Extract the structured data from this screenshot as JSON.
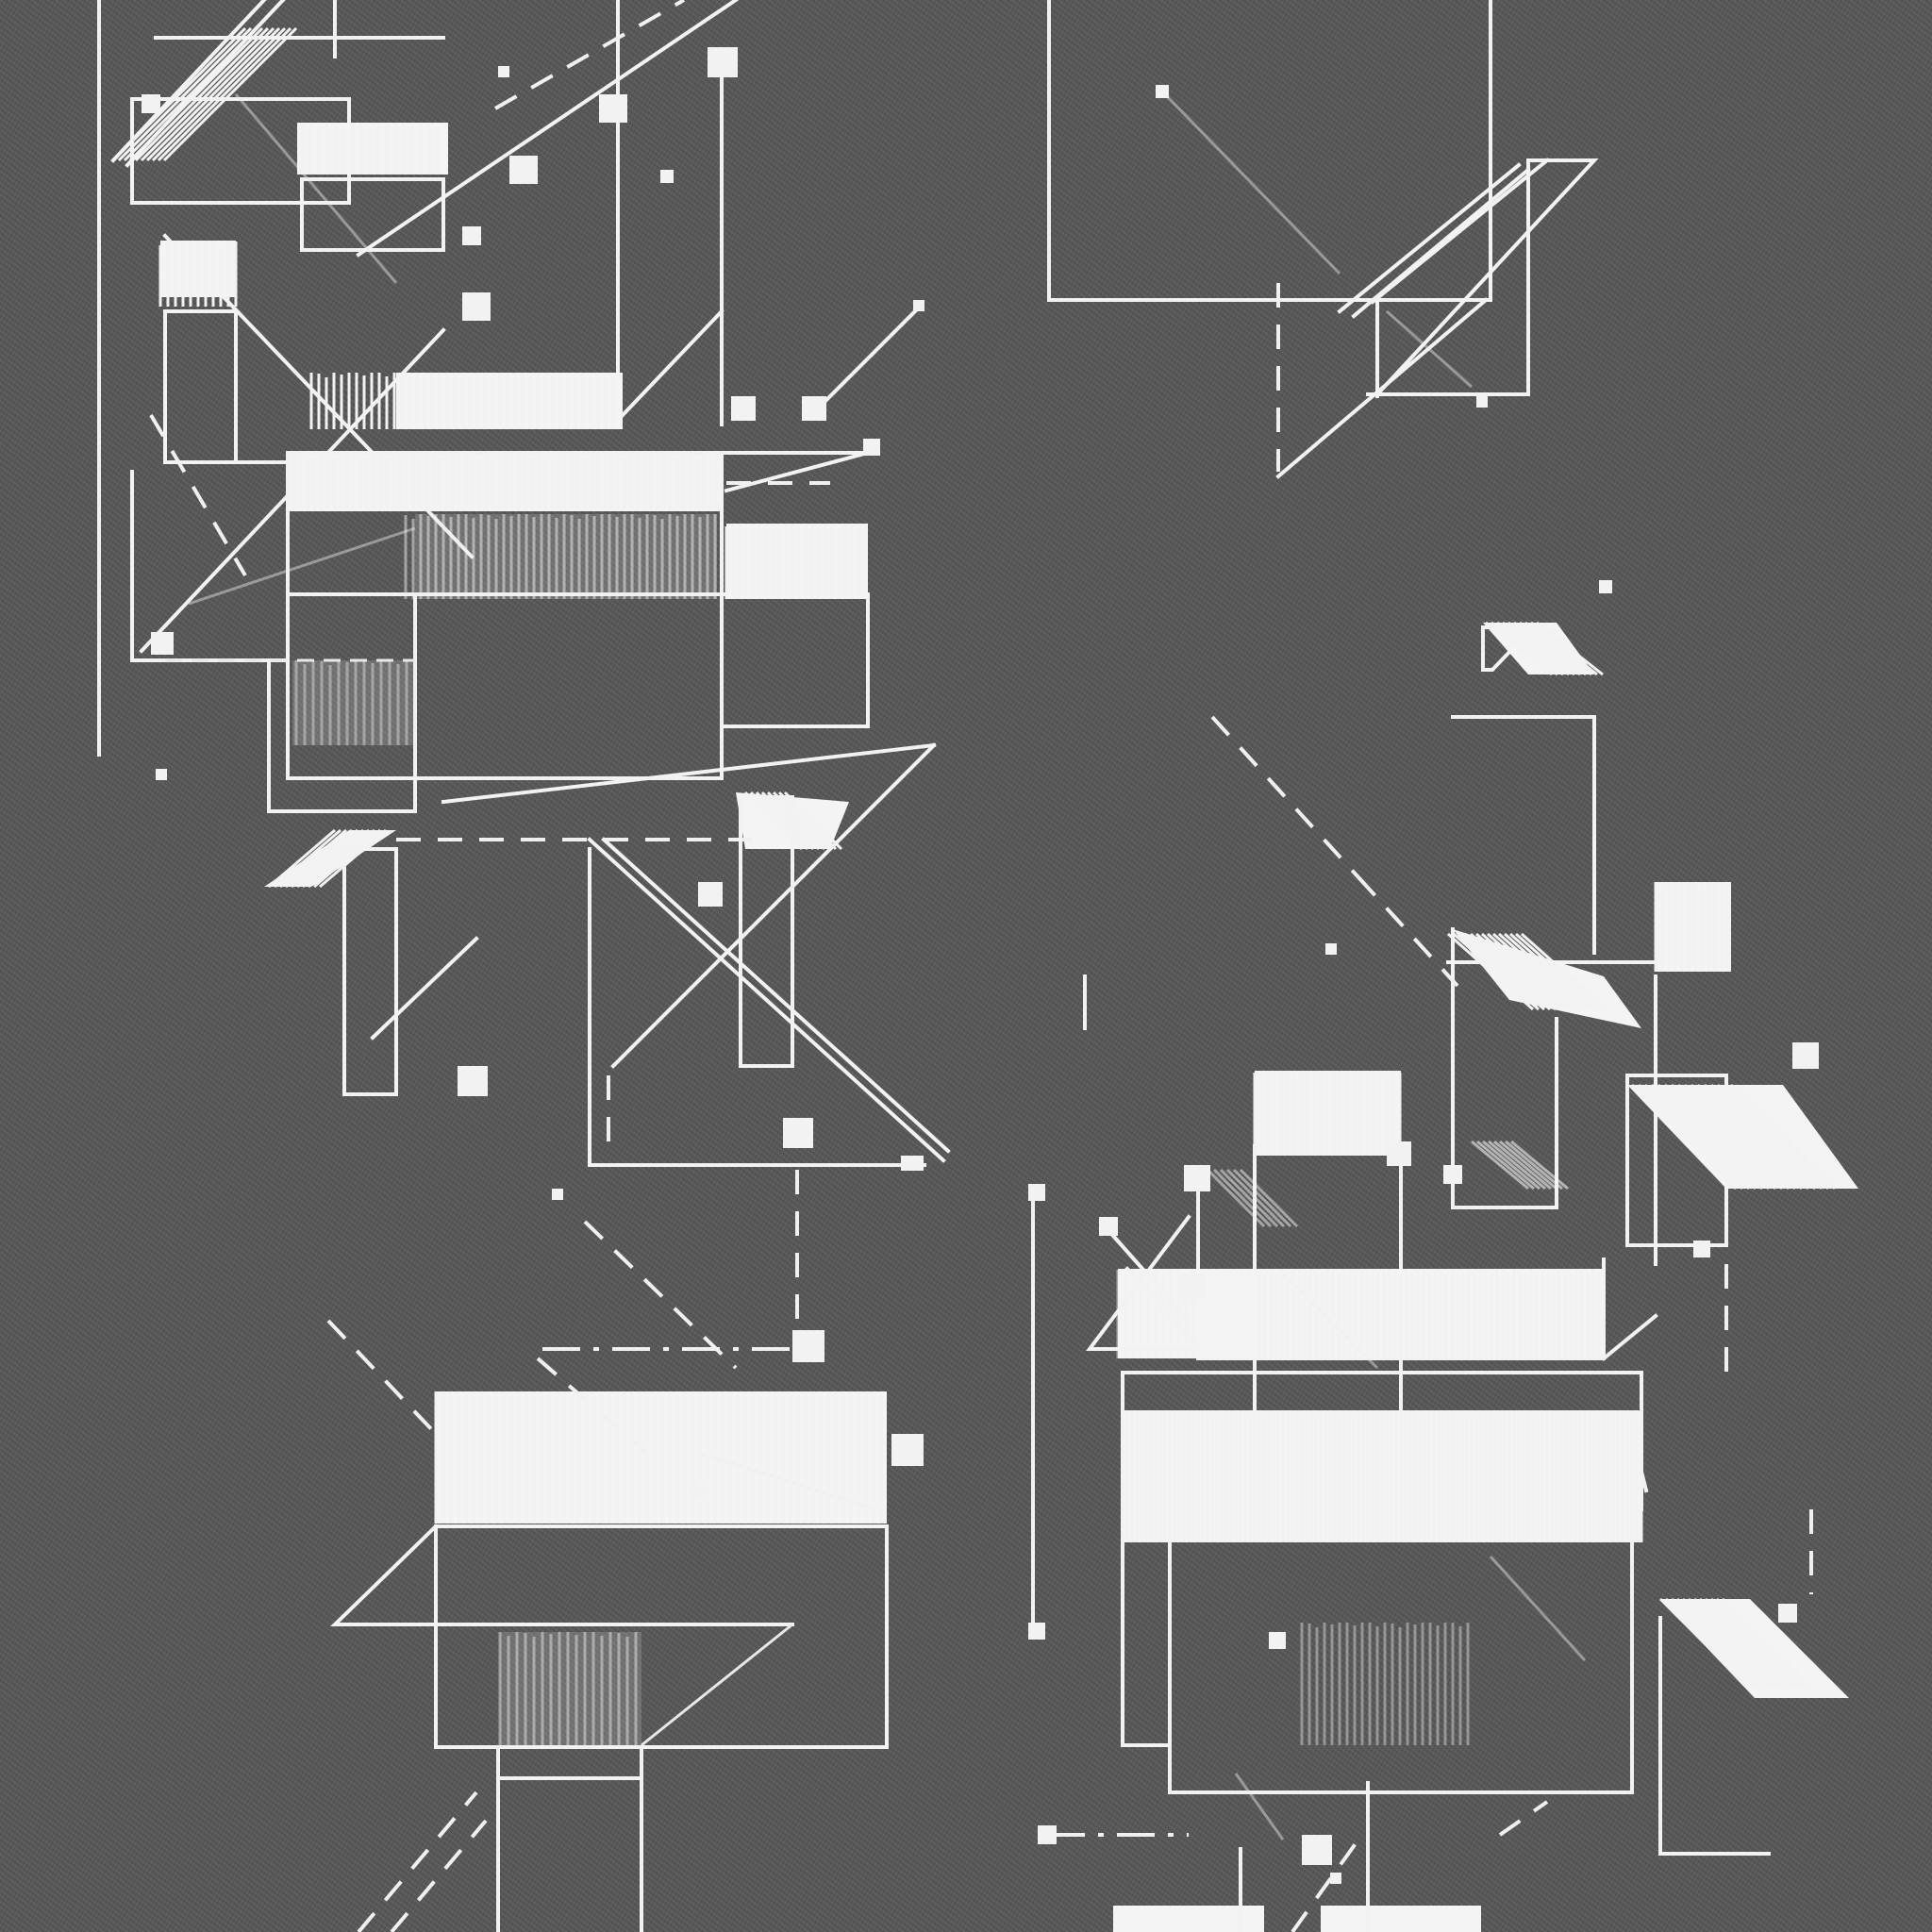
{
  "artwork": {
    "style": "abstract architectural line drawing",
    "palette": {
      "background": "#555555",
      "line": "#f2f2f2"
    },
    "clusters": [
      "top-left-structure",
      "top-right-frame",
      "bottom-left-structure",
      "bottom-right-structure"
    ]
  }
}
